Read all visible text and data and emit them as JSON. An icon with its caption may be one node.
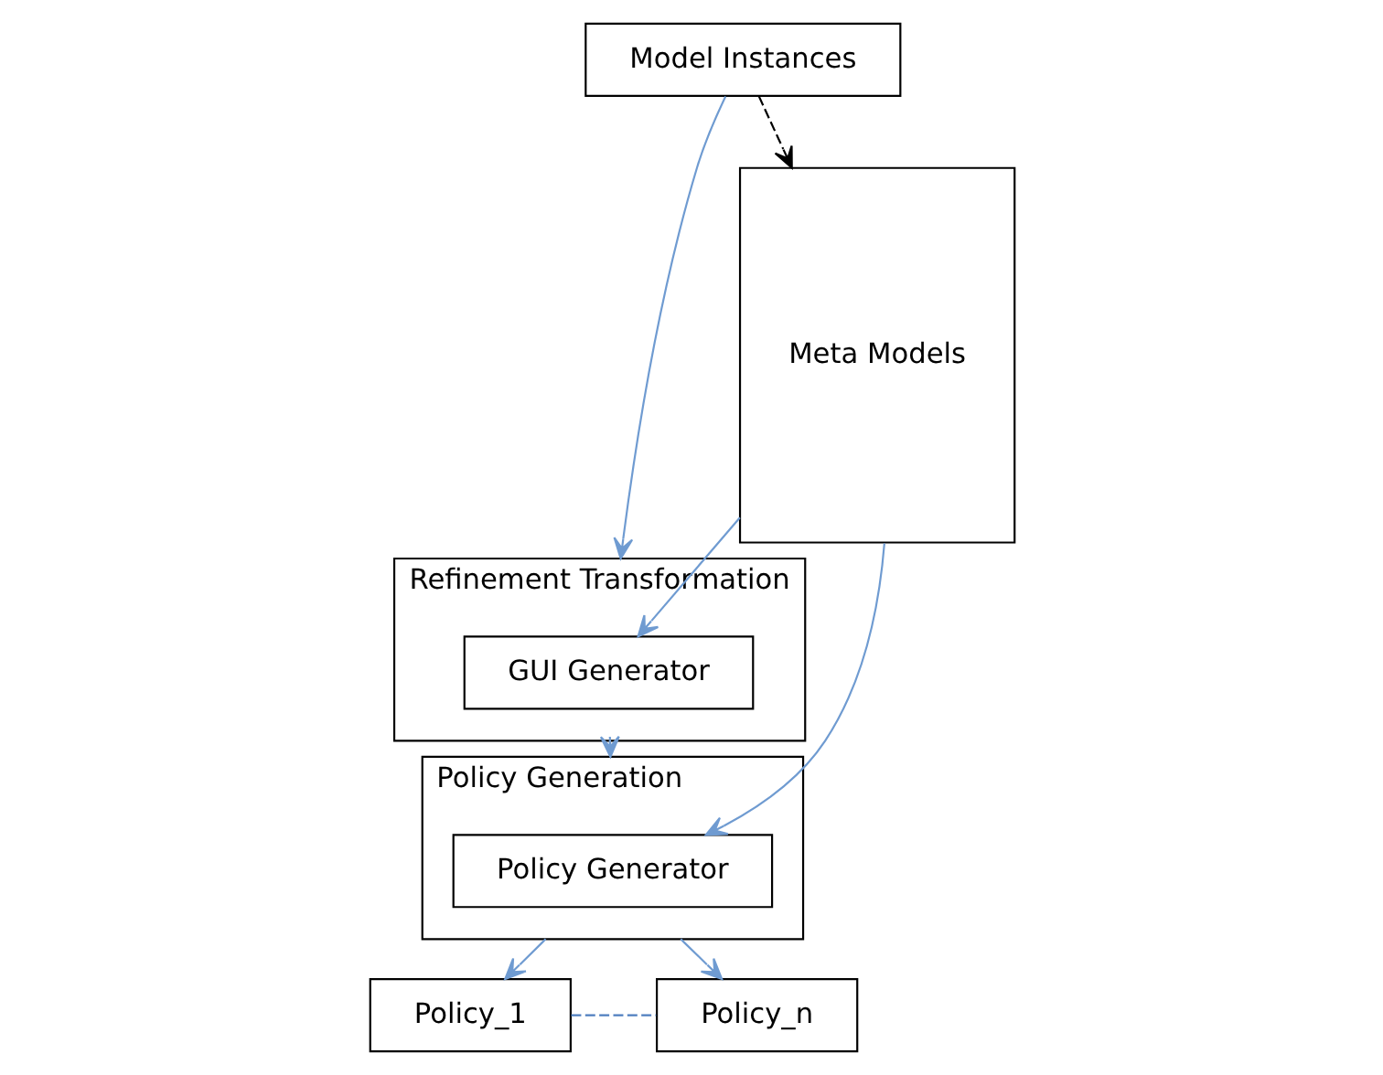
{
  "diagram": {
    "nodes": [
      {
        "text": [
          "Model Instances"
        ]
      },
      {
        "text": [
          "Meta Models"
        ]
      },
      {
        "text": [
          "Refinement Transformation"
        ]
      },
      {
        "text": [
          "GUI Generator"
        ],
        "in": 2
      },
      {
        "text": [
          "Policy Generation"
        ]
      },
      {
        "text": [
          "Policy Generator"
        ],
        "in": 4
      },
      {
        "text": [
          "Policy_1"
        ]
      },
      {
        "text": [
          "Policy_n"
        ]
      }
    ],
    "edges": [
      {
        "from": 0,
        "to": 1,
        "arrow": "to",
        "style": "dashed",
        "color": "#000000"
      },
      {
        "from": 0,
        "to": 2,
        "arrow": "to"
      },
      {
        "from": 1,
        "to": 3,
        "arrow": "to"
      },
      {
        "from": 2,
        "to": 4,
        "arrow": "to"
      },
      {
        "from": 1,
        "to": 5,
        "arrow": "to"
      },
      {
        "from": 4,
        "to": 6,
        "arrow": "to"
      },
      {
        "from": 4,
        "to": 7,
        "arrow": "to"
      },
      {
        "from": 6,
        "to": 7,
        "arrow": "none",
        "style": "dashed",
        "color": "#4f7fbf"
      }
    ]
  }
}
